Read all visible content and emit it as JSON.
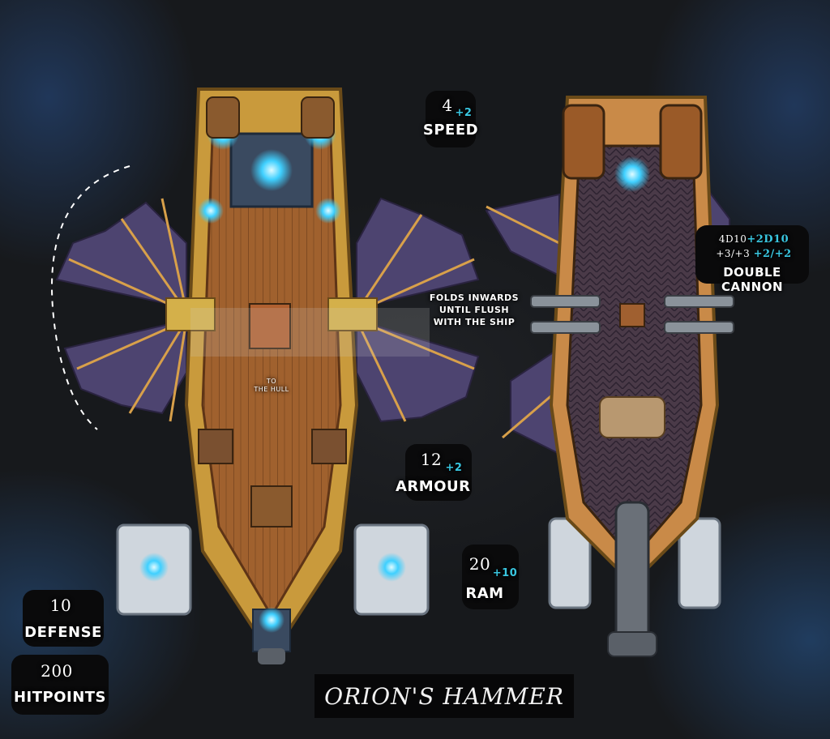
{
  "ship_name": "ORION'S HAMMER",
  "stats": {
    "speed": {
      "value": "4",
      "bonus": "+2",
      "label": "SPEED"
    },
    "armour": {
      "value": "12",
      "bonus": "+2",
      "label": "ARMOUR"
    },
    "ram": {
      "value": "20",
      "bonus": "+10",
      "label": "RAM"
    },
    "defense": {
      "value": "10",
      "label": "DEFENSE"
    },
    "hitpoints": {
      "value": "200",
      "label": "HITPOINTS"
    }
  },
  "weapon": {
    "damage": "4D10",
    "damage_bonus": "+2D10",
    "hit": "+3/+3",
    "hit_bonus": "+2/+2",
    "label": "DOUBLE CANNON"
  },
  "notes": {
    "fold_line1": "FOLDS INWARDS",
    "fold_line2": "UNTIL FLUSH",
    "fold_line3": "WITH THE SHIP",
    "hatch_line1": "TO",
    "hatch_line2": "THE HULL"
  },
  "colors": {
    "wood": "#a0612e",
    "brass": "#c99a3c",
    "sail": "#4d4470",
    "glow": "#3fd0ff",
    "bonus": "#39c6e0"
  }
}
